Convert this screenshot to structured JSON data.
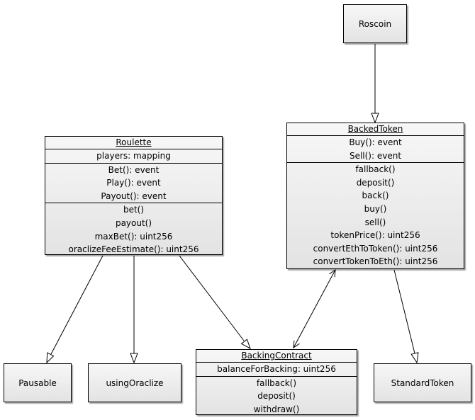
{
  "classes": {
    "roscoin": {
      "name": "Roscoin"
    },
    "pausable": {
      "name": "Pausable"
    },
    "using_oraclize": {
      "name": "usingOraclize"
    },
    "standard_token": {
      "name": "StandardToken"
    },
    "roulette": {
      "name": "Roulette",
      "attributes": [
        "players: mapping"
      ],
      "events": [
        "Bet(): event",
        "Play(): event",
        "Payout(): event"
      ],
      "methods": [
        "bet()",
        "payout()",
        "maxBet(): uint256",
        "oraclizeFeeEstimate(): uint256"
      ]
    },
    "backed_token": {
      "name": "BackedToken",
      "events": [
        "Buy(): event",
        "Sell(): event"
      ],
      "methods": [
        "fallback()",
        "deposit()",
        "back()",
        "buy()",
        "sell()",
        "tokenPrice(): uint256",
        "convertEthToToken(): uint256",
        "convertTokenToEth(): uint256"
      ]
    },
    "backing_contract": {
      "name": "BackingContract",
      "attributes": [
        "balanceForBacking: uint256"
      ],
      "methods": [
        "fallback()",
        "deposit()",
        "withdraw()"
      ]
    }
  },
  "relations": [
    {
      "from": "Roscoin",
      "to": "BackedToken",
      "type": "inheritance"
    },
    {
      "from": "Roulette",
      "to": "Pausable",
      "type": "inheritance"
    },
    {
      "from": "Roulette",
      "to": "usingOraclize",
      "type": "inheritance"
    },
    {
      "from": "Roulette",
      "to": "BackingContract",
      "type": "inheritance"
    },
    {
      "from": "BackedToken",
      "to": "StandardToken",
      "type": "inheritance"
    },
    {
      "from": "BackedToken",
      "to": "BackingContract",
      "type": "bidirectional-association"
    }
  ]
}
